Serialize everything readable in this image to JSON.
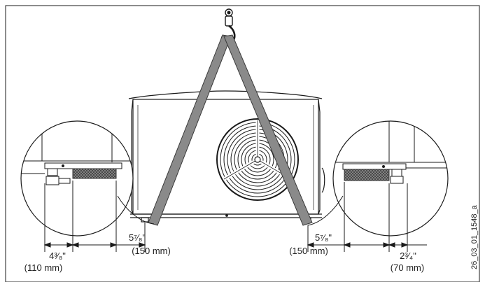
{
  "figure": {
    "doc_id": "26_03_01_1548_a",
    "colors": {
      "strap": "#8a8a8a",
      "strap_edge": "#3a3a3a",
      "pad": "#8c8c8c",
      "line": "#1a1a1a"
    },
    "dimensions": {
      "left_outer": {
        "imperial": "4³⁄₈\"",
        "metric": "(110 mm)"
      },
      "left_inner": {
        "imperial": "5⁷⁄₈\"",
        "metric": "(150 mm)"
      },
      "right_inner": {
        "imperial": "5⁷⁄₈\"",
        "metric": "(150 mm)"
      },
      "right_outer": {
        "imperial": "2³⁄₄\"",
        "metric": "(70 mm)"
      }
    }
  }
}
